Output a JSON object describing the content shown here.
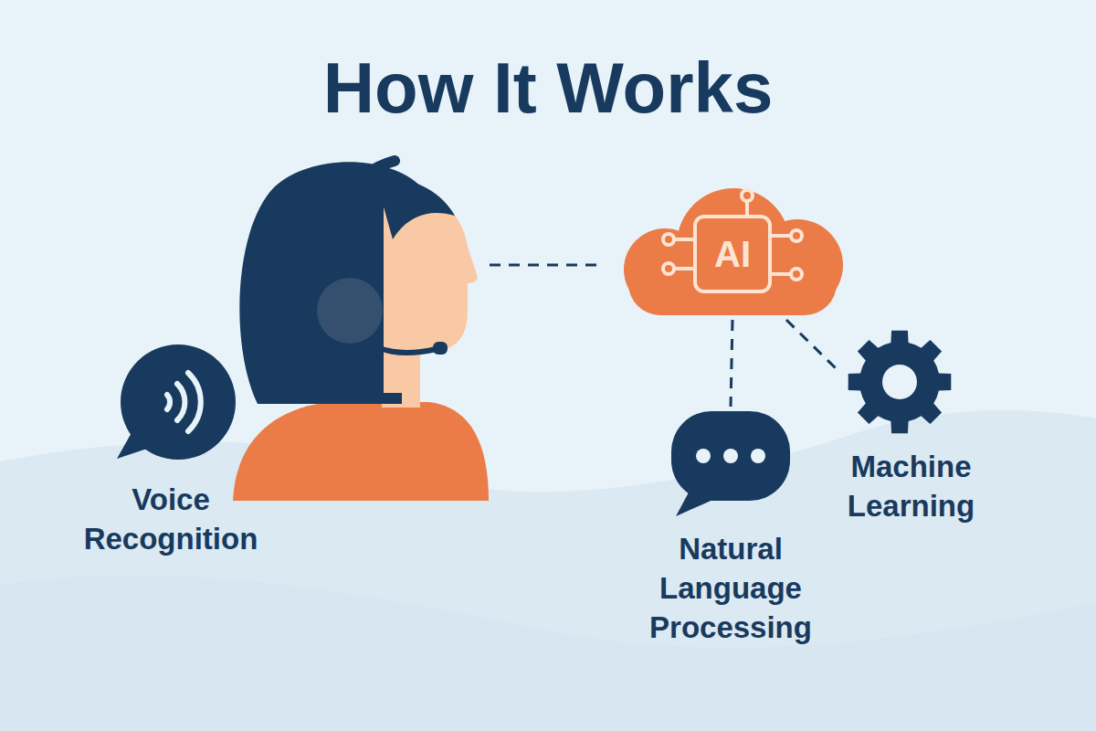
{
  "diagram": {
    "title": "How It Works",
    "nodes": [
      {
        "text": [
          "AI"
        ]
      },
      {
        "text": [
          "Natural Language Processing"
        ]
      },
      {
        "text": [
          "Machine Learning"
        ]
      }
    ],
    "edges": [
      {
        "from": 0,
        "to": 1,
        "arrow": "none"
      },
      {
        "from": 0,
        "to": 2,
        "arrow": "none"
      }
    ],
    "labels": [
      "Voice Recognition"
    ]
  }
}
